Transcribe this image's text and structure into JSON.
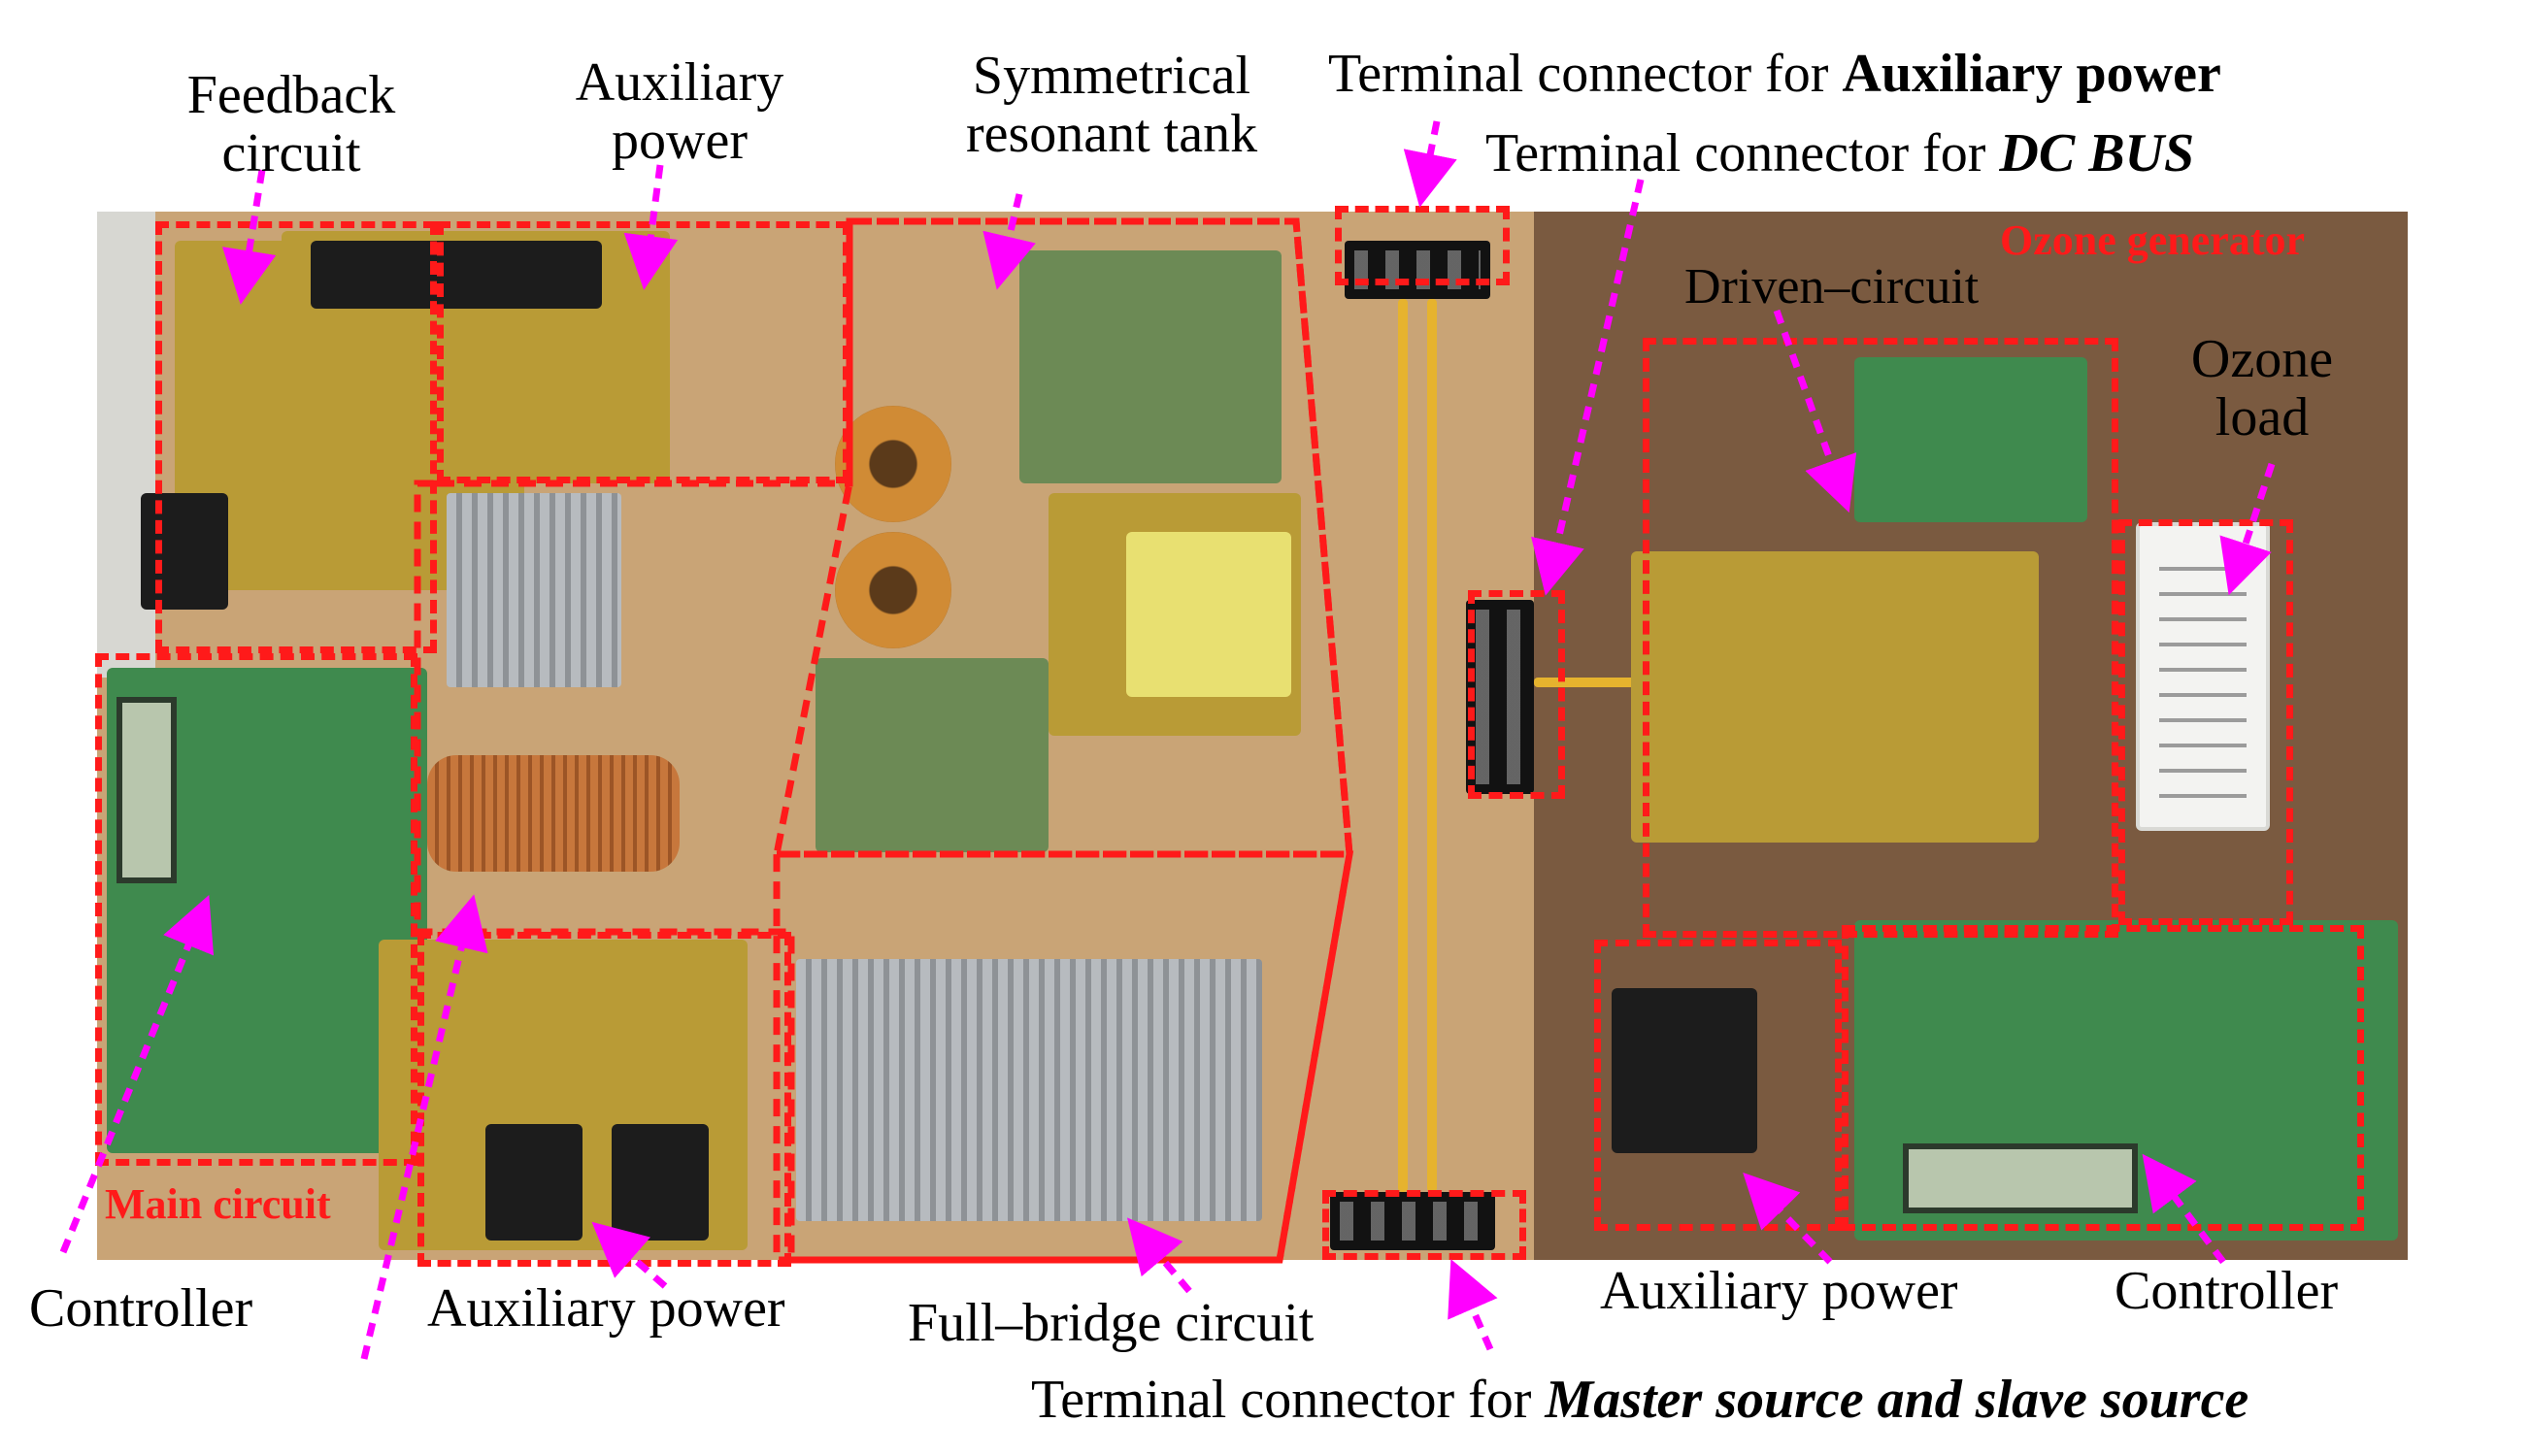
{
  "labels": {
    "feedback_circuit": [
      "Feedback",
      "circuit"
    ],
    "auxiliary_power_top": [
      "Auxiliary",
      "power"
    ],
    "symmetrical_resonant_tank": [
      "Symmetrical",
      "resonant tank"
    ],
    "terminal_aux_prefix": "Terminal connector for ",
    "terminal_aux_bold": "Auxiliary power",
    "terminal_dc_prefix": "Terminal connector for ",
    "terminal_dc_italic": "DC BUS",
    "ozone_generator": "Ozone generator",
    "driven_circuit": "Driven–circuit",
    "ozone_load": [
      "Ozone",
      "load"
    ],
    "main_circuit": "Main circuit",
    "controller_left": "Controller",
    "auxiliary_power_bottom": "Auxiliary power",
    "full_bridge_circuit": "Full–bridge circuit",
    "auxiliary_power_right": "Auxiliary power",
    "controller_right": "Controller",
    "terminal_master_prefix": "Terminal connector for ",
    "terminal_master_italic": "Master source and slave source"
  },
  "colors": {
    "region_box": "#ff1a1a",
    "arrow": "#ff00ff",
    "label_text": "#000000"
  }
}
